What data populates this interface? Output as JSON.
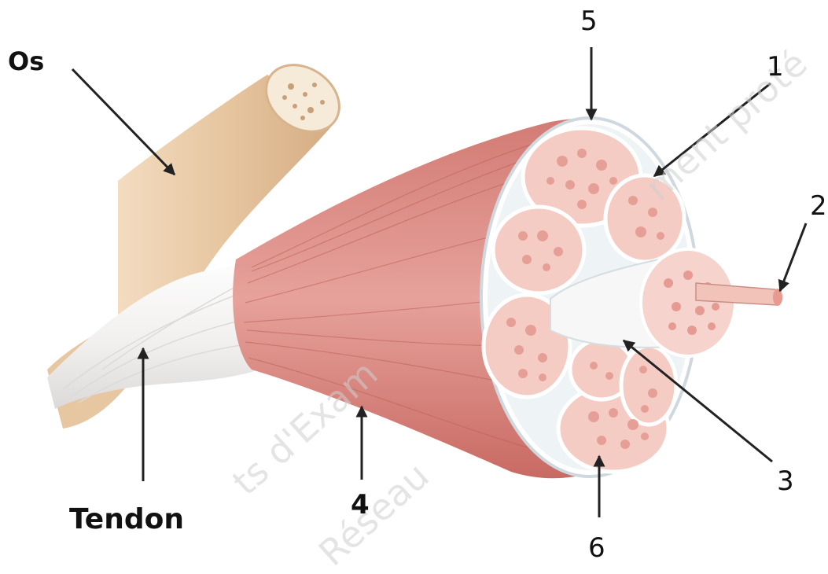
{
  "labels": {
    "os": "Os",
    "tendon": "Tendon",
    "n1": "1",
    "n2": "2",
    "n3": "3",
    "n4": "4",
    "n5": "5",
    "n6": "6"
  },
  "watermarks": [
    "ts d'Exam",
    "Réseau",
    "ment proté"
  ],
  "colors": {
    "bone": "#e8c9a4",
    "bone_cut": "#f6ead8",
    "tendon": "#f2f1f0",
    "muscle": "#d98a84",
    "muscle_dark": "#c4665f",
    "fascicle": "#f4ccc4",
    "fiber": "#e59b92",
    "connective": "#ffffff",
    "arrow": "#222222"
  }
}
